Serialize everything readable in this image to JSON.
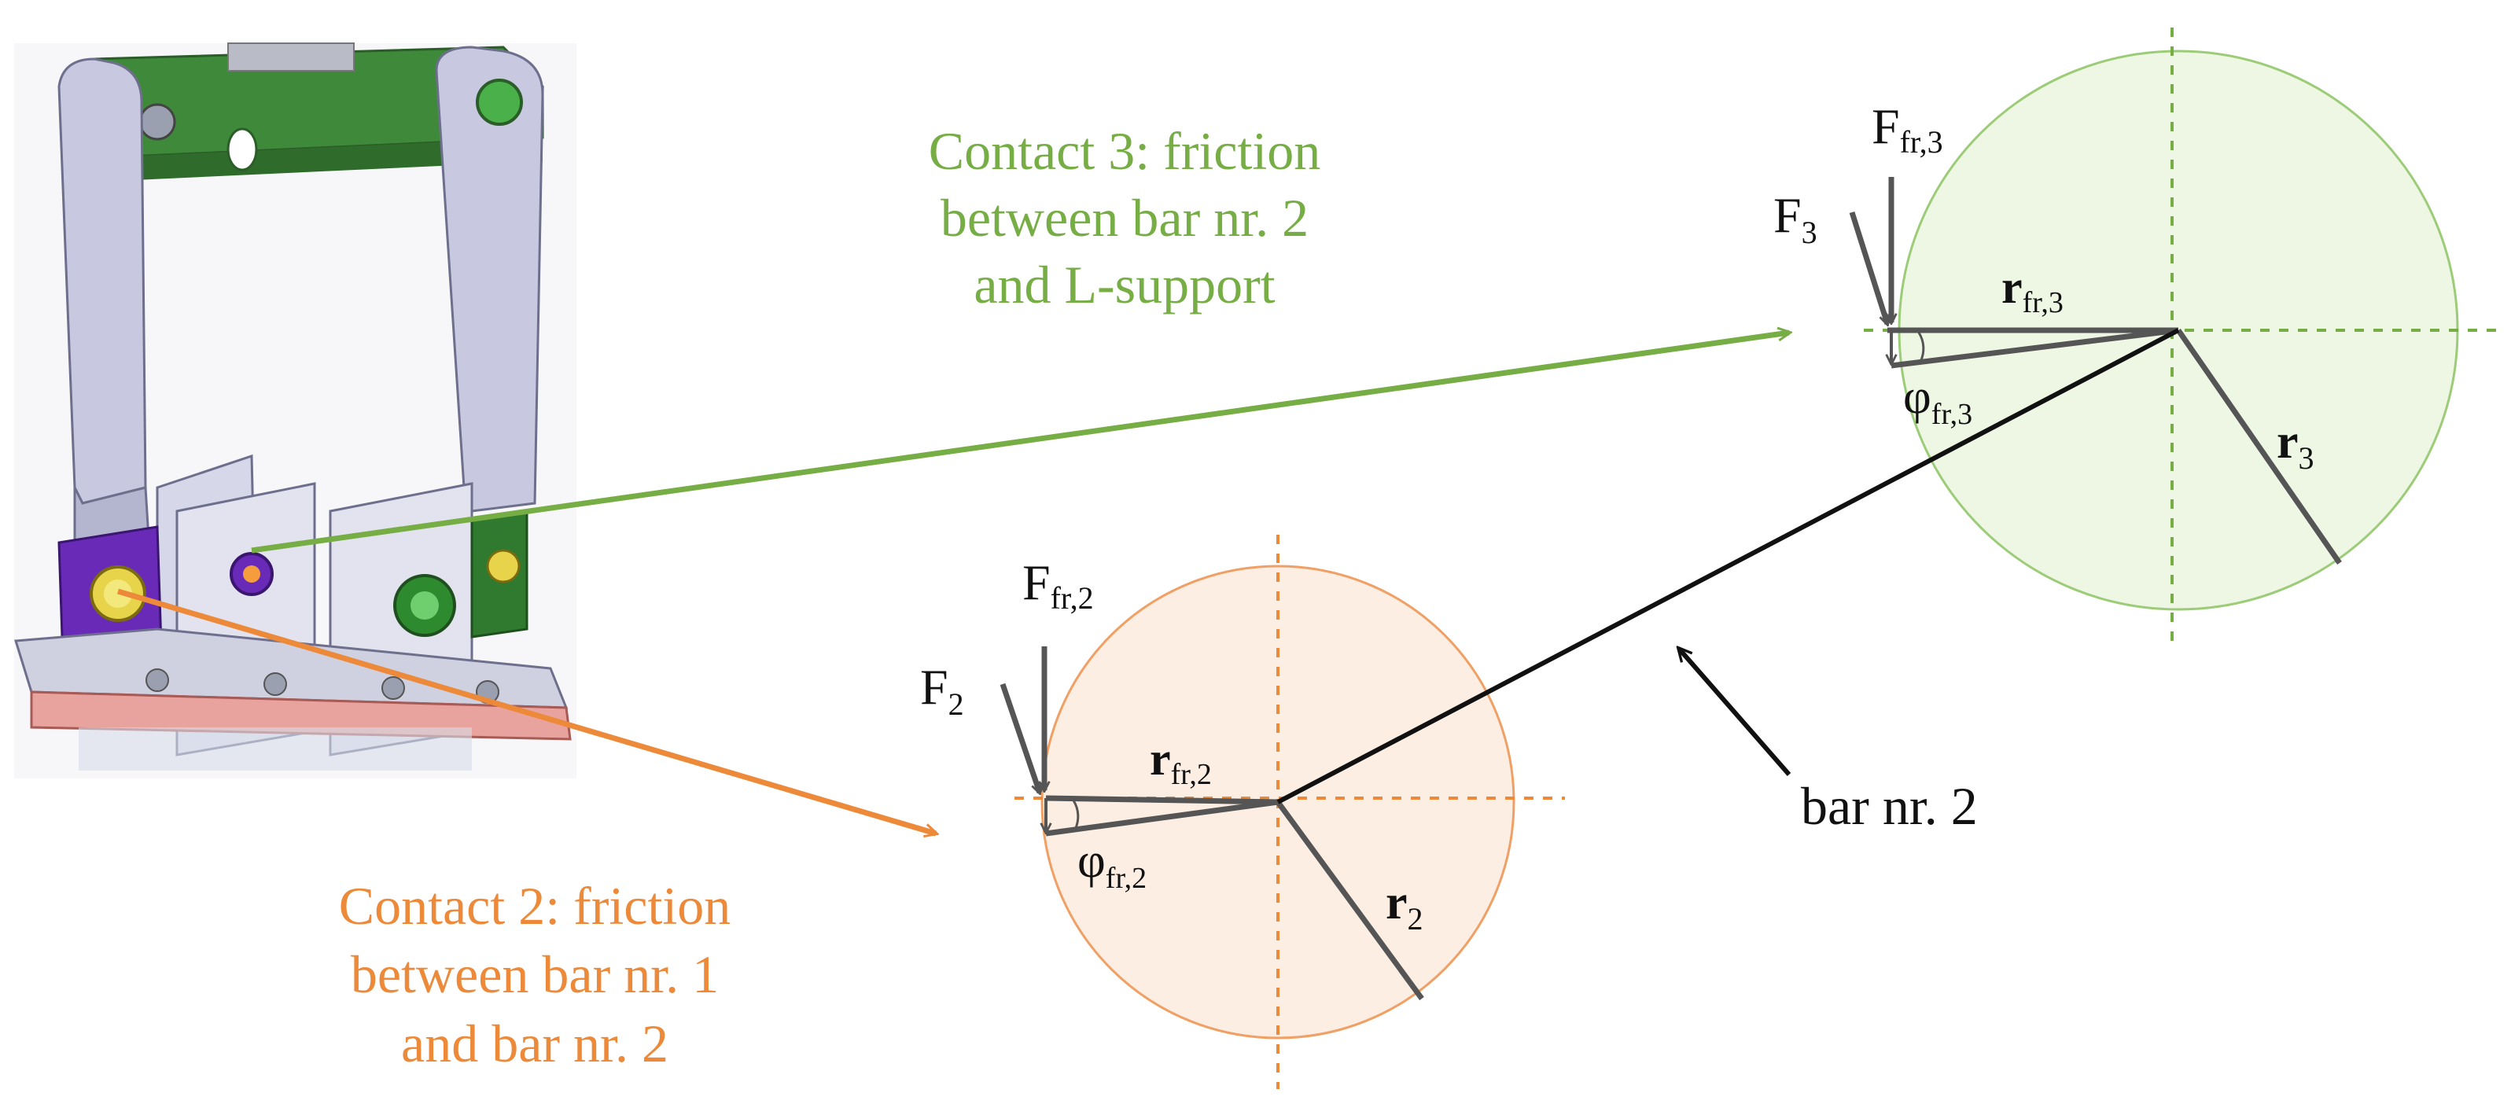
{
  "contact3": {
    "caption": [
      "Contact 3: friction",
      "between bar nr. 2",
      "and L-support"
    ],
    "color": "#77ad45",
    "force_main": "F",
    "force_main_sub": "3",
    "force_friction": "F",
    "force_friction_sub": "fr,3",
    "friction_radius": "r",
    "friction_radius_sub": "fr,3",
    "friction_angle": "φ",
    "friction_angle_sub": "fr,3",
    "radius": "r",
    "radius_sub": "3"
  },
  "contact2": {
    "caption": [
      "Contact 2: friction",
      "between bar nr. 1",
      "and bar nr. 2"
    ],
    "color": "#ec8a3a",
    "force_main": "F",
    "force_main_sub": "2",
    "force_friction": "F",
    "force_friction_sub": "fr,2",
    "friction_radius": "r",
    "friction_radius_sub": "fr,2",
    "friction_angle": "φ",
    "friction_angle_sub": "fr,2",
    "radius": "r",
    "radius_sub": "2"
  },
  "bar_label": "bar nr. 2",
  "colors": {
    "green_fill": "#eef6e4",
    "green_stroke": "#9ccc78",
    "orange_fill": "#fdeee3",
    "orange_stroke": "#f0a064",
    "force_gray": "#555555",
    "bar": "#111111"
  }
}
